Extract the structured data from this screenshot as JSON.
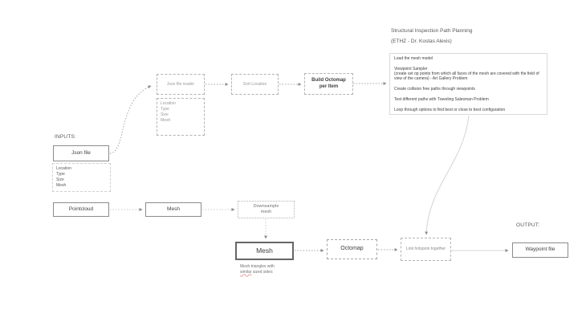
{
  "diagram": {
    "title": {
      "line1": "Structural Inspection Path Planning",
      "line2": "(ETHZ - Dr. Kostas Alexis)"
    },
    "labels": {
      "inputs": "INPUTS:",
      "output": "OUTPUT:"
    },
    "steps_panel": {
      "paragraphs": [
        "Load the mesh model",
        "Viewpoint Sampler\n(create set op points from which all faces of the mesh are covered with the field of view of the camera) - Art Gallery Problem",
        "Create collision free paths through viewpoints",
        "Test different paths with  Traveling Salesman Problem",
        "Loop through options to find best or close to best configuration"
      ]
    },
    "nodes": {
      "json_file_reader": {
        "label": "Json file reader"
      },
      "reader_attributes": {
        "items": [
          "Location",
          "Type",
          "Size",
          "Mesh"
        ]
      },
      "sort_location": {
        "label": "Sort Location"
      },
      "build_octomap": {
        "label": "Build Octomap\nper Item"
      },
      "json_file": {
        "label": "Json file"
      },
      "input_attributes": {
        "items": [
          "Location",
          "Type",
          "Size",
          "Mesh"
        ]
      },
      "pointcloud": {
        "label": "Pointcloud"
      },
      "mesh_top": {
        "label": "Mesh"
      },
      "downsample_mesh": {
        "label": "Downsample\nmesh"
      },
      "mesh_bottom": {
        "label": "Mesh"
      },
      "octomap": {
        "label": "Octomap"
      },
      "link_hotspots": {
        "label": "Link hotspots together"
      },
      "waypoint_file": {
        "label": "Waypoint file"
      }
    },
    "notes": {
      "mesh_note": {
        "line1": "Mesh triangles with",
        "misspelled_word": "similar",
        "line2_rest": " sized sides"
      }
    },
    "colors": {
      "solid_border": "#8c8c8c",
      "dashed_border": "#b3b3b3",
      "panel_border": "#d9d9d9",
      "dark_text": "#404040",
      "gray_text": "#999999",
      "connector_light": "#d4d4d4",
      "arrowhead": "#8c8c8c",
      "spellcheck_underline": "#e8a0a0"
    }
  }
}
